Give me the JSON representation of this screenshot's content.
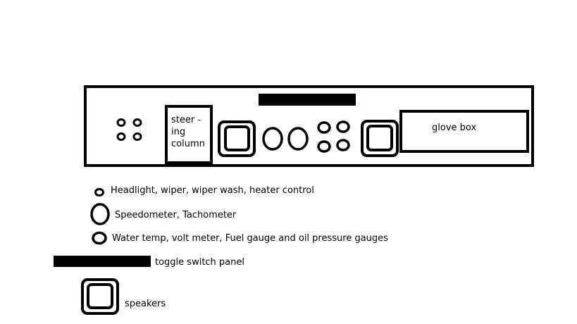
{
  "diagram": {
    "steering_column": {
      "line1": "steer -",
      "line2": "ing",
      "line3": "column"
    },
    "glove_box": "glove box"
  },
  "legend": {
    "small_knob": "Headlight, wiper, wiper wash, heater control",
    "large_gauge": "Speedometer, Tachometer",
    "medium_gauge": "Water temp, volt meter, Fuel gauge and oil pressure gauges",
    "toggle_panel": "toggle switch panel",
    "speakers": "speakers"
  }
}
